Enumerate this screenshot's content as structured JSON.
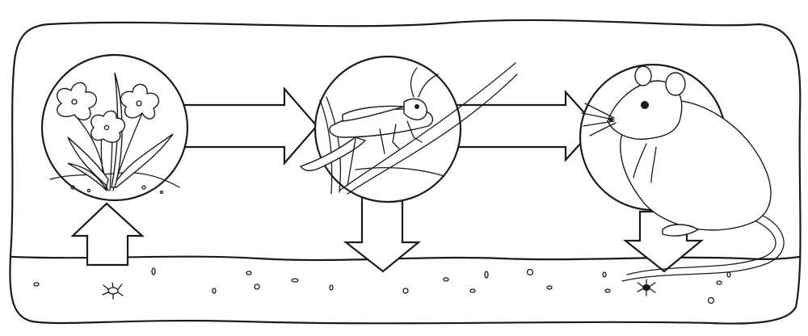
{
  "diagram": {
    "type": "food-chain-illustration",
    "nodes": [
      {
        "id": "flower",
        "icon": "flower-icon"
      },
      {
        "id": "grasshopper",
        "icon": "grasshopper-icon"
      },
      {
        "id": "mouse",
        "icon": "mouse-icon"
      }
    ],
    "edges": [
      {
        "from": "flower",
        "to": "grasshopper",
        "icon": "right-arrow-icon"
      },
      {
        "from": "grasshopper",
        "to": "mouse",
        "icon": "right-arrow-icon"
      },
      {
        "from": "soil",
        "to": "flower",
        "icon": "up-arrow-icon"
      },
      {
        "from": "grasshopper",
        "to": "soil",
        "icon": "down-arrow-icon"
      },
      {
        "from": "mouse",
        "to": "soil",
        "icon": "down-arrow-icon"
      }
    ],
    "colors": {
      "ink": "#1a1a1a",
      "paper": "#ffffff"
    }
  }
}
